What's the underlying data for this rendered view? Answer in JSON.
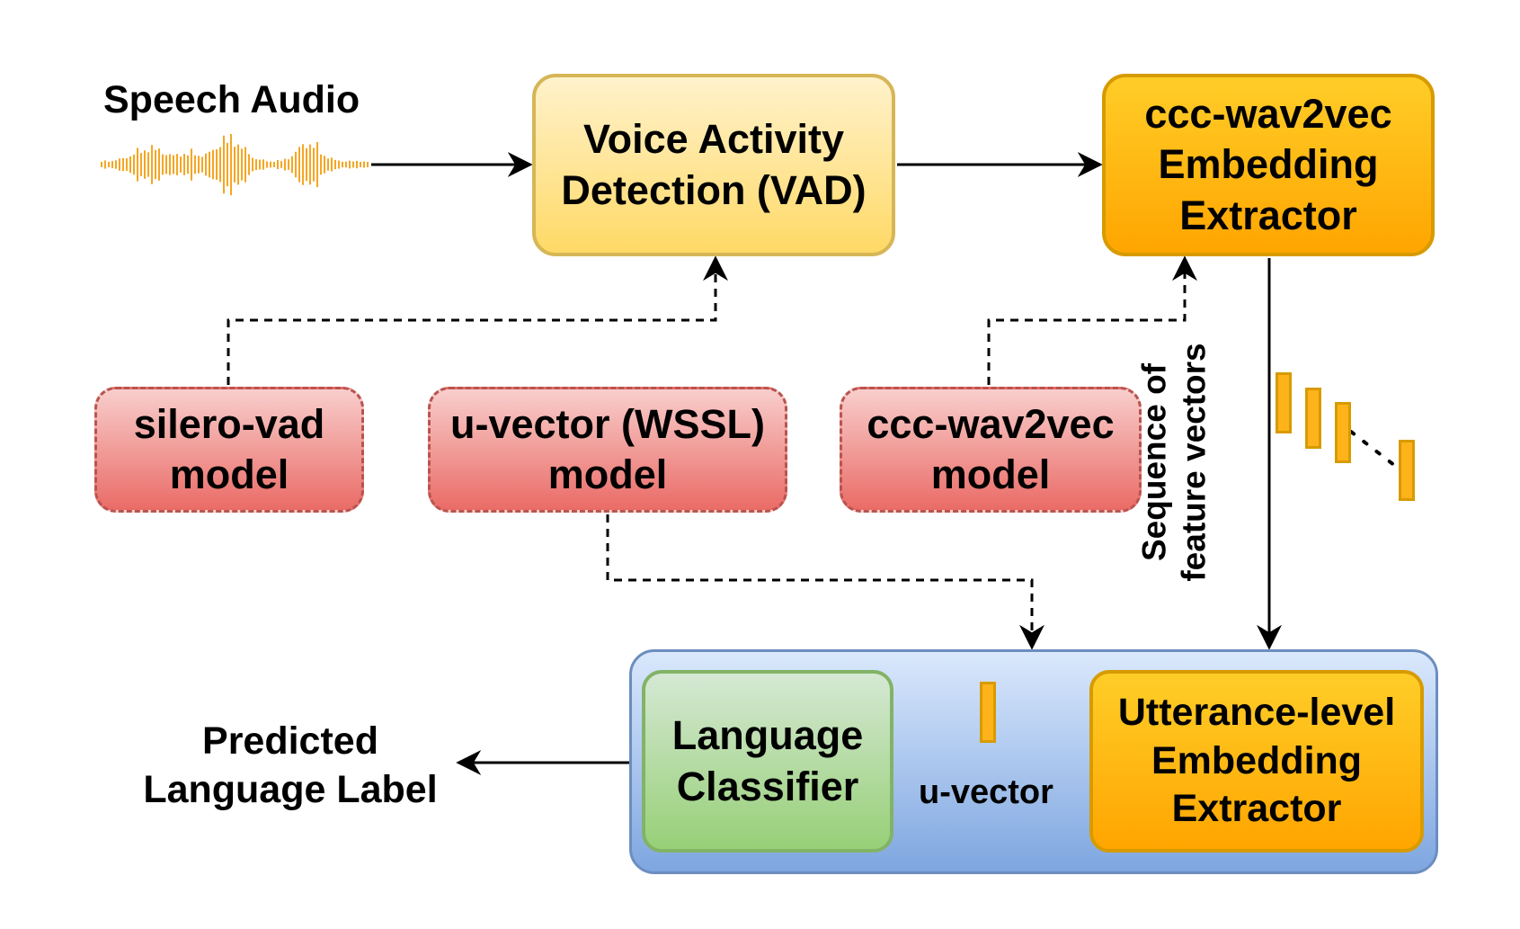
{
  "diagram": {
    "input_label": "Speech Audio",
    "vad_box": {
      "line1": "Voice Activity",
      "line2": "Detection (VAD)"
    },
    "ccc_extractor": {
      "line1": "ccc-wav2vec",
      "line2": "Embedding",
      "line3": "Extractor"
    },
    "models": {
      "silero": {
        "line1": "silero-vad",
        "line2": "model"
      },
      "uvector": {
        "line1": "u-vector (WSSL)",
        "line2": "model"
      },
      "ccc": {
        "line1": "ccc-wav2vec",
        "line2": "model"
      }
    },
    "sequence_label": {
      "line1": "Sequence of",
      "line2": "feature vectors"
    },
    "utterance_extractor": {
      "line1": "Utterance-level",
      "line2": "Embedding",
      "line3": "Extractor"
    },
    "classifier": {
      "line1": "Language",
      "line2": "Classifier"
    },
    "uvector_label": "u-vector",
    "output_label": {
      "line1": "Predicted",
      "line2": "Language Label"
    }
  },
  "colors": {
    "waveform": "#f5a623",
    "arrow": "#000000",
    "vad_stroke": "#d6b656",
    "orange_stroke": "#d79b00",
    "model_stroke": "#b85450",
    "group_stroke": "#6c8ebf",
    "classifier_stroke": "#82b366"
  }
}
